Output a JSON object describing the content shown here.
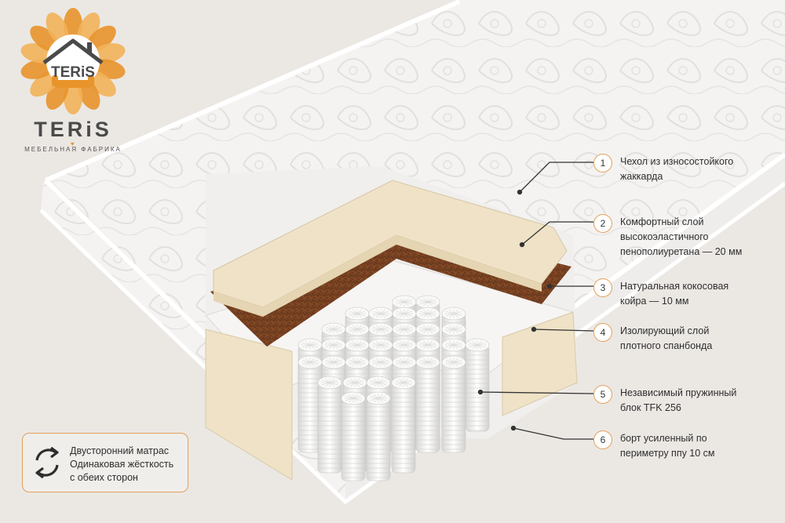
{
  "brand": {
    "logo_text": "TERiS",
    "name": "TERiS",
    "subtitle": "мебельная фабрика",
    "accent_color": "#e8942b"
  },
  "callouts": [
    {
      "num": "1",
      "line1": "Чехол из износостойкого",
      "line2": "жаккарда"
    },
    {
      "num": "2",
      "line1": "Комфортный слой",
      "line2": "высокоэластичного",
      "line3": "пенополиуретана — 20 мм"
    },
    {
      "num": "3",
      "line1": "Натуральная кокосовая",
      "line2": "койра — 10 мм"
    },
    {
      "num": "4",
      "line1": "Изолирующий слой",
      "line2": "плотного спанбонда"
    },
    {
      "num": "5",
      "line1": "Независимый пружинный",
      "line2": "блок TFK 256"
    },
    {
      "num": "6",
      "line1": "борт усиленный по",
      "line2": "периметру ппу 10 см"
    }
  ],
  "info": {
    "icon": "double-sided-cycle-icon",
    "line1": "Двусторонний матрас",
    "line2": "Одинаковая жёсткость",
    "line3": "с обеих сторон"
  },
  "colors": {
    "background": "#ebe8e4",
    "cover": "#f4f3f2",
    "foam": "#efe2c6",
    "coir": "#6b3a1e",
    "circle_border": "#e3a05a"
  }
}
